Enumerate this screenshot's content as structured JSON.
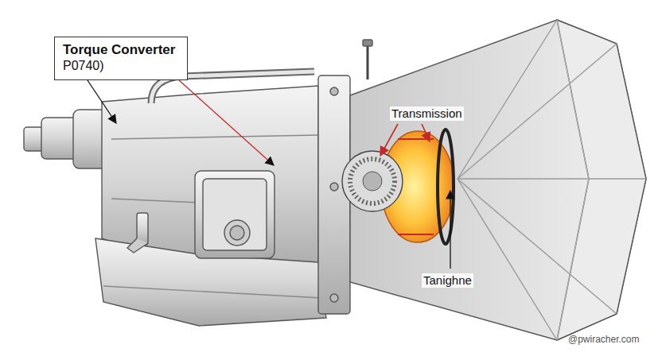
{
  "diagram": {
    "nodes": [
      {
        "text": [
          "Torque Converter",
          "P0740)"
        ]
      }
    ],
    "labels": [
      "Transmission",
      "Tanighne",
      "@pwiracher.com"
    ]
  }
}
